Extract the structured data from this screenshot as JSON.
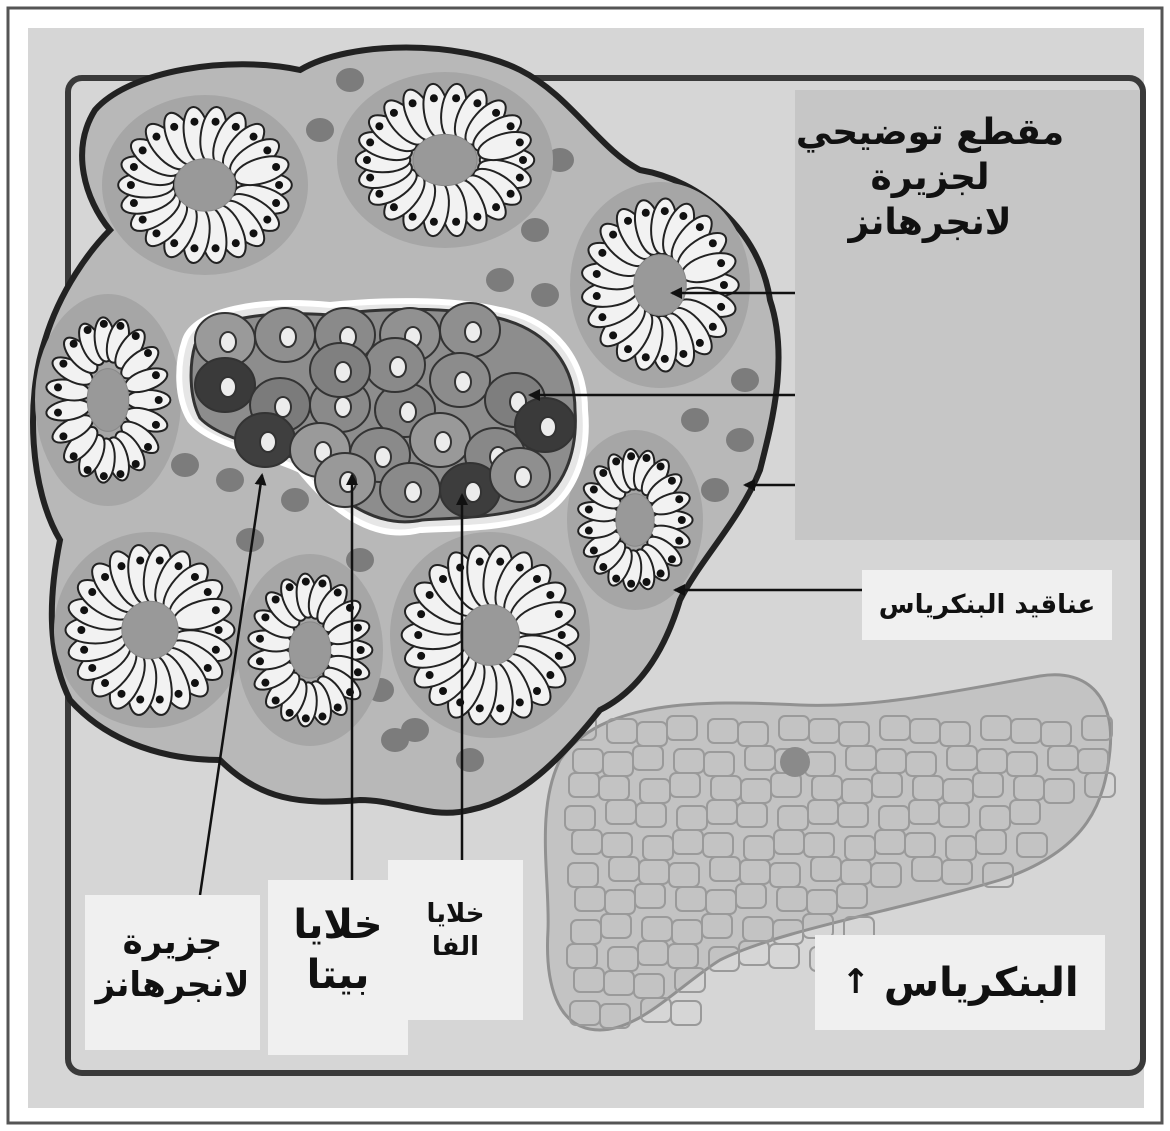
{
  "labels": {
    "title_line1": "مقطع توضيحي لجزيرة",
    "title_line2": "لانجرهانز",
    "acini": "عناقيد البنكرياس",
    "pancreas": "البنكرياس",
    "alpha_line1": "خلايا",
    "alpha_line2": "الفا",
    "beta_line1": "خلايا",
    "beta_line2": "بيتا",
    "islet_line1": "جزيرة",
    "islet_line2": "لانجرهانز"
  },
  "colors": {
    "frame": "#3a3a3a",
    "panel": "#d4d4d4",
    "tissue": "#b9b9b9",
    "acinus": "#9e9e9e",
    "acinar_cell": "#f2f2f2",
    "islet": "#8c8c8c",
    "alpha_cell": "#3a3a3a",
    "pancreas": "#c8c8c8"
  }
}
